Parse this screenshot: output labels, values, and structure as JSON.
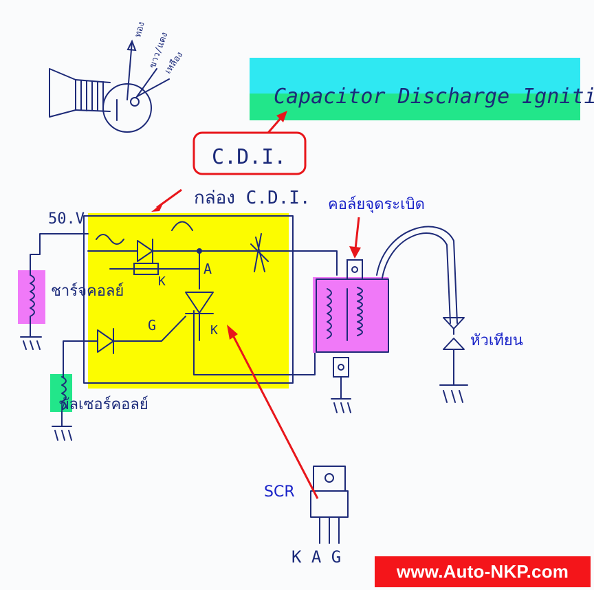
{
  "title_en": "Capacitor Discharge Ignition.",
  "cdi_box_label": "C.D.I.",
  "cdi_housing_label": "กล่อง C.D.I.",
  "voltage_label": "50.V",
  "charge_coil_label": "ชาร์จคอลย์",
  "pulser_coil_label": "พัลเซอร์คอลย์",
  "ignition_coil_label": "คอล์ยจุดระเบิด",
  "spark_plug_label": "หัวเทียน",
  "scr_label": "SCR",
  "scr_pins_label": "K A G",
  "anode_label": "A",
  "cathode_label": "K",
  "gate_label": "G",
  "diode_cathode_label": "K",
  "magneto_label_1": "ทอง",
  "magneto_label_2": "ขาว/แดง",
  "magneto_label_3": "เหลือง",
  "brand": "www.Auto-NKP.com",
  "colors": {
    "highlight_yellow": "#fcfc00",
    "highlight_magenta": "#f079f8",
    "highlight_green": "#22e68a",
    "highlight_cyan": "#2fe8f2",
    "arrow_red": "#e8161b",
    "ink_blue": "#1d2a78",
    "label_blue": "#1822c8"
  }
}
